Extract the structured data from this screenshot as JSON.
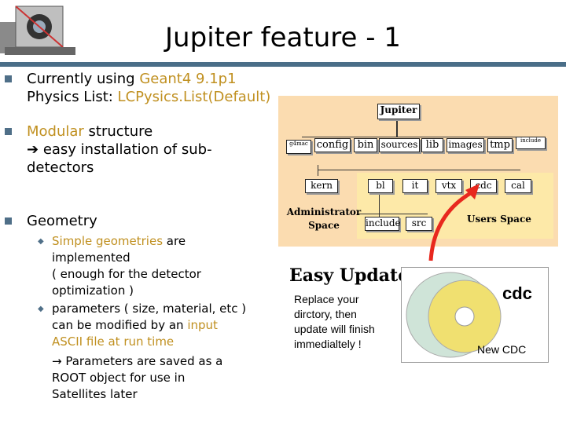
{
  "title": "Jupiter feature - 1",
  "bullets": {
    "b1_line1_pre": "Currently using ",
    "b1_line1_hl": "Geant4 9.1p1",
    "b1_line2_pre": "Physics List: ",
    "b1_line2_hl": "LCPysics.List(Default)",
    "b2_hl": "Modular",
    "b2_rest": " structure",
    "b2_arrow": "➔",
    "b2_line2": " easy installation of sub-",
    "b2_line3": "detectors",
    "b3": "Geometry"
  },
  "subbullets": {
    "s1_hl": "Simple geometries",
    "s1_rest": " are",
    "s1_l2": "implemented",
    "s1_l3": "( enough for the detector",
    "s1_l4": "optimization )",
    "s2_l1": "parameters ( size, material, etc )",
    "s2_l2_pre": "can be modified by an ",
    "s2_l2_hl": "input",
    "s2_l3": "ASCII file at run time",
    "s2_l4": "Parameters are saved as a",
    "s2_l5": "ROOT object for use in",
    "s2_l6": "Satellites later",
    "arrow": "→"
  },
  "diagram": {
    "root": "Jupiter",
    "level1": [
      "g4mac",
      "config",
      "bin",
      "sources",
      "lib",
      "images",
      "tmp",
      "include"
    ],
    "level2": [
      "kern",
      "bl",
      "it",
      "vtx",
      "cdc",
      "cal"
    ],
    "level3": [
      "include",
      "src"
    ],
    "admin_label": "Administrator\nSpace",
    "users_label": "Users Space"
  },
  "easy": {
    "title": "Easy Update!",
    "text": [
      "Replace your",
      "dirctory, then",
      "update will finish",
      "immedialtely !"
    ],
    "cdc": "cdc",
    "new_cdc": "New CDC"
  },
  "colors": {
    "highlight": "#c09020",
    "bullet": "#4f6f88",
    "diagram_bg": "#fbdcb0",
    "users_bg": "#fde9a8",
    "arrow": "#e8281e"
  }
}
